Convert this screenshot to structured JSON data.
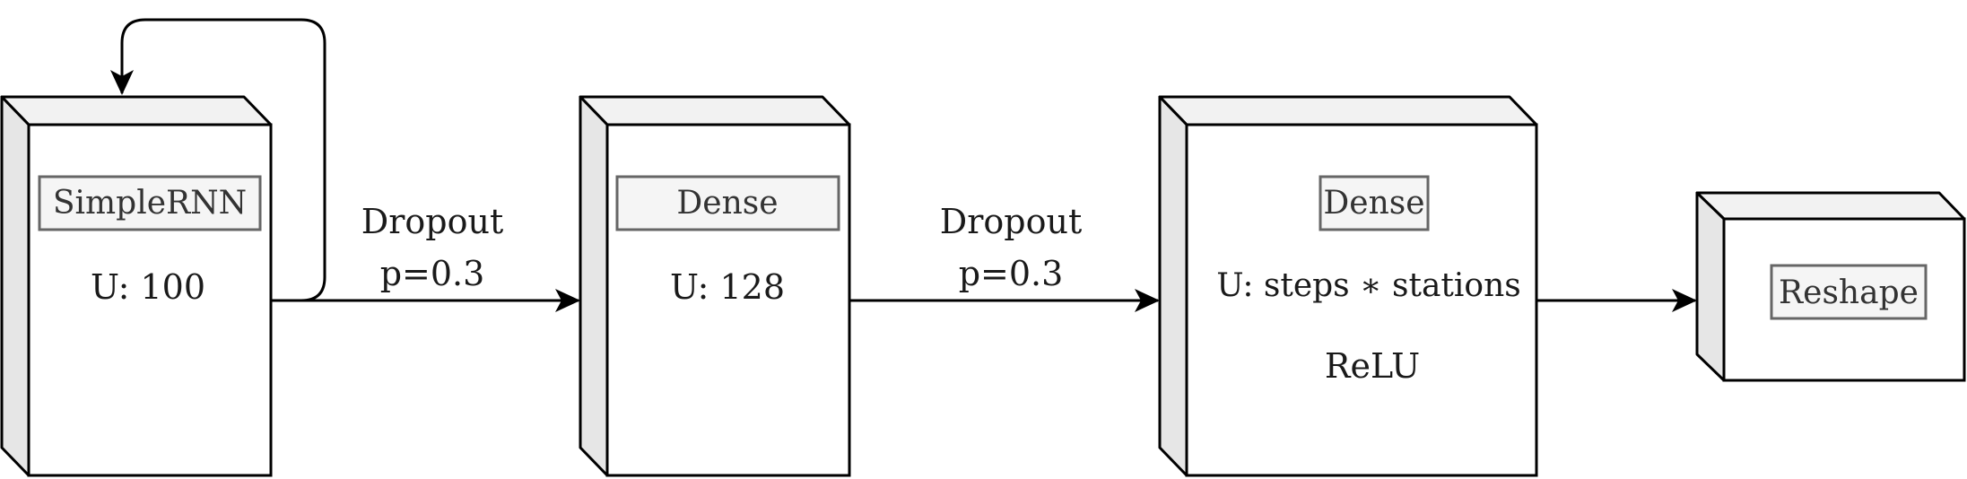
{
  "colors": {
    "stroke": "#000000",
    "box_front": "#ffffff",
    "box_top": "#f2f2f2",
    "box_side": "#e6e6e6",
    "tag_fill": "#f5f5f5",
    "tag_stroke": "#666666"
  },
  "blocks": [
    {
      "id": "simple-rnn",
      "tag": "SimpleRNN",
      "lines": [
        "U: 100"
      ]
    },
    {
      "id": "dense-1",
      "tag": "Dense",
      "lines": [
        "U: 128"
      ]
    },
    {
      "id": "dense-2",
      "tag": "Dense",
      "lines": [
        "U: steps ∗ stations",
        "ReLU"
      ]
    },
    {
      "id": "reshape",
      "tag": "Reshape",
      "lines": []
    }
  ],
  "edges": [
    {
      "from": "simple-rnn",
      "to": "simple-rnn",
      "kind": "recurrent-loop"
    },
    {
      "from": "simple-rnn",
      "to": "dense-1",
      "label": [
        "Dropout",
        "p=0.3"
      ]
    },
    {
      "from": "dense-1",
      "to": "dense-2",
      "label": [
        "Dropout",
        "p=0.3"
      ]
    },
    {
      "from": "dense-2",
      "to": "reshape"
    }
  ]
}
